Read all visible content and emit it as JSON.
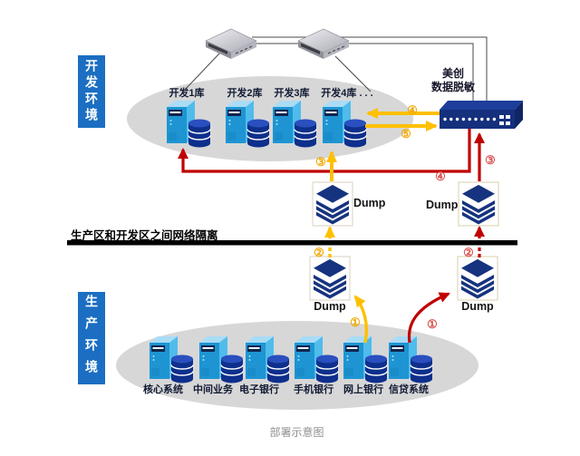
{
  "caption": "部署示意图",
  "zones": {
    "dev_label": "开发环境",
    "prod_label": "生产环境"
  },
  "isolation": {
    "label": "生产区和开发区之间网络隔离"
  },
  "masking": {
    "line1": "美创",
    "line2": "数据脱敏"
  },
  "dev_servers": [
    "开发1库",
    "开发2库",
    "开发3库",
    "开发4库 . . ."
  ],
  "prod_servers": [
    "核心系统",
    "中间业务",
    "电子银行",
    "手机银行",
    "网上银行",
    "信贷系统"
  ],
  "dump_label": "Dump",
  "badges": {
    "yellow": {
      "s1": "①",
      "s2": "②",
      "s3": "③",
      "s4": "④",
      "s5": "⑤"
    },
    "red": {
      "s1": "①",
      "s2": "②",
      "s3": "③",
      "s4": "④"
    }
  },
  "icons": {
    "switch": "network-switch",
    "server": "server-with-database",
    "dump": "dump-data-stack",
    "masking_device": "data-masking-appliance"
  },
  "colors": {
    "flow_yellow": "#FFC000",
    "flow_red": "#C00000",
    "zone_blue": "#1B6EC2",
    "icon_navy": "#16337F",
    "server_blue": "#1E95D2",
    "ellipse_gray": "#D7D7D7",
    "isolation_black": "#000000"
  }
}
